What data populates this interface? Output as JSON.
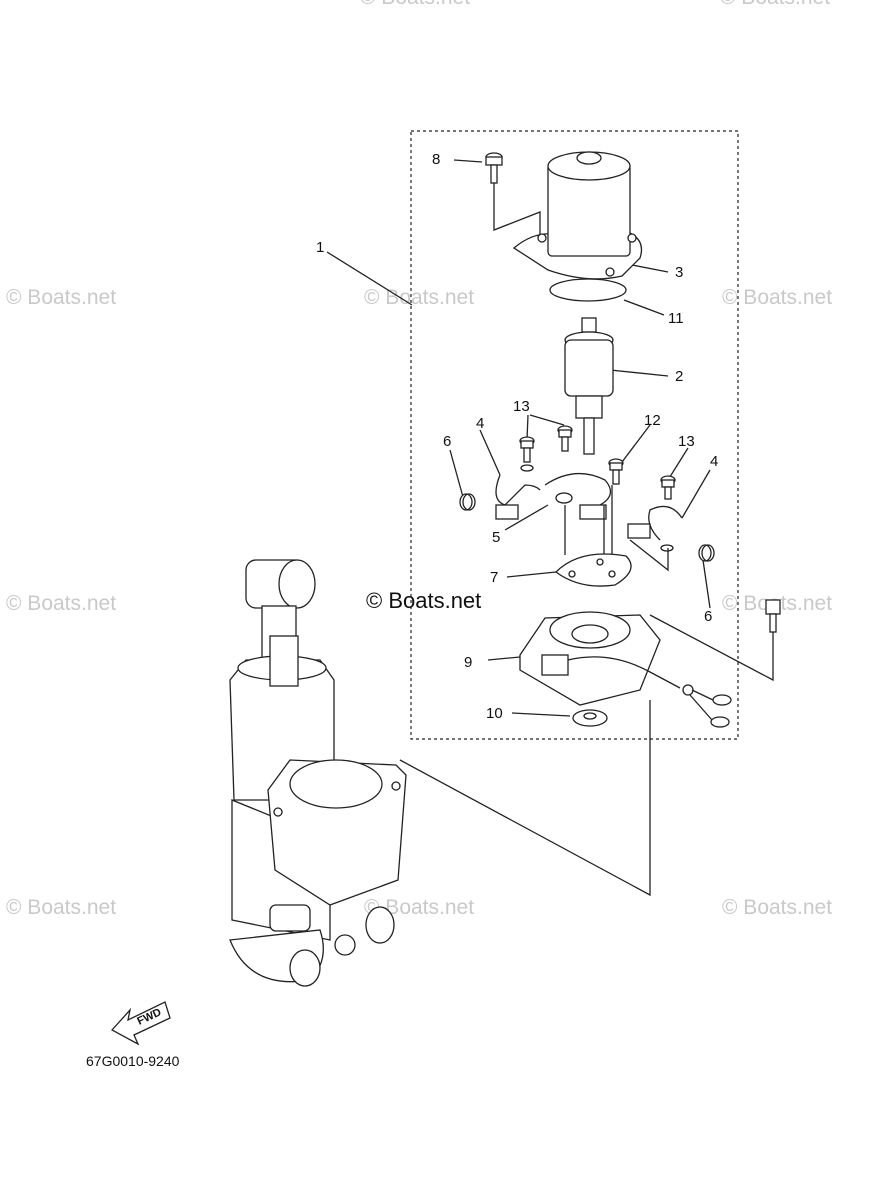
{
  "watermark_text": "© Boats.net",
  "brand_text": "© Boats.net",
  "diagram_code": "67G0010-9240",
  "fwd_label": "FWD",
  "callouts": [
    "1",
    "2",
    "3",
    "4",
    "4",
    "5",
    "6",
    "6",
    "7",
    "8",
    "9",
    "10",
    "11",
    "12",
    "13",
    "13"
  ]
}
